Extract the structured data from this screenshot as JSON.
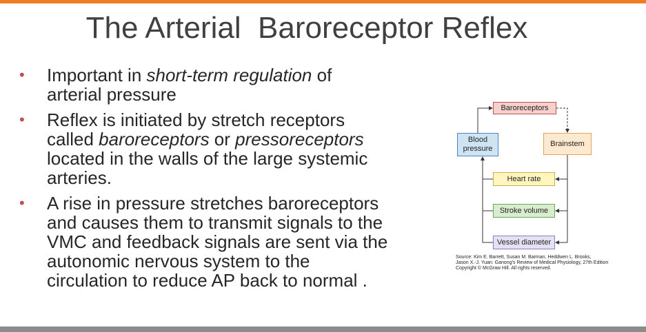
{
  "slide": {
    "title": "The Arterial  Baroreceptor Reflex",
    "bullets": [
      {
        "parts": [
          {
            "t": "Important in "
          },
          {
            "t": "short-term regulation",
            "i": true
          },
          {
            "t": " of\narterial pressure"
          }
        ]
      },
      {
        "parts": [
          {
            "t": "Reflex is initiated by stretch receptors\ncalled "
          },
          {
            "t": "baroreceptors",
            "i": true
          },
          {
            "t": " or "
          },
          {
            "t": "pressoreceptors",
            "i": true
          },
          {
            "t": "\nlocated in the walls of the large systemic\narteries."
          }
        ]
      },
      {
        "parts": [
          {
            "t": "A rise in pressure stretches baroreceptors\nand causes them to transmit signals to the\nVMC and feedback signals are sent via the\nautonomic nervous system to the\ncirculation to reduce AP back to normal ."
          }
        ]
      }
    ]
  },
  "diagram": {
    "baroreceptors": "Baroreceptors",
    "blood_pressure": "Blood\npressure",
    "brainstem": "Brainstem",
    "heart_rate": "Heart rate",
    "stroke_volume": "Stroke volume",
    "vessel_diameter": "Vessel diameter"
  },
  "source": {
    "line1": "Source: Kim E. Barrett, Susan M. Barman, Heddwen L. Brooks,",
    "line2": "Jason X.-J. Yuan: Ganong's Review of Medical Physiology, 27th Edition",
    "line3": "Copyright © McGraw Hill. All rights reserved."
  },
  "colors": {
    "accent_bar": "#ef7d22",
    "bullet": "#c0504d",
    "bottom_bar": "#8c8c8c"
  }
}
